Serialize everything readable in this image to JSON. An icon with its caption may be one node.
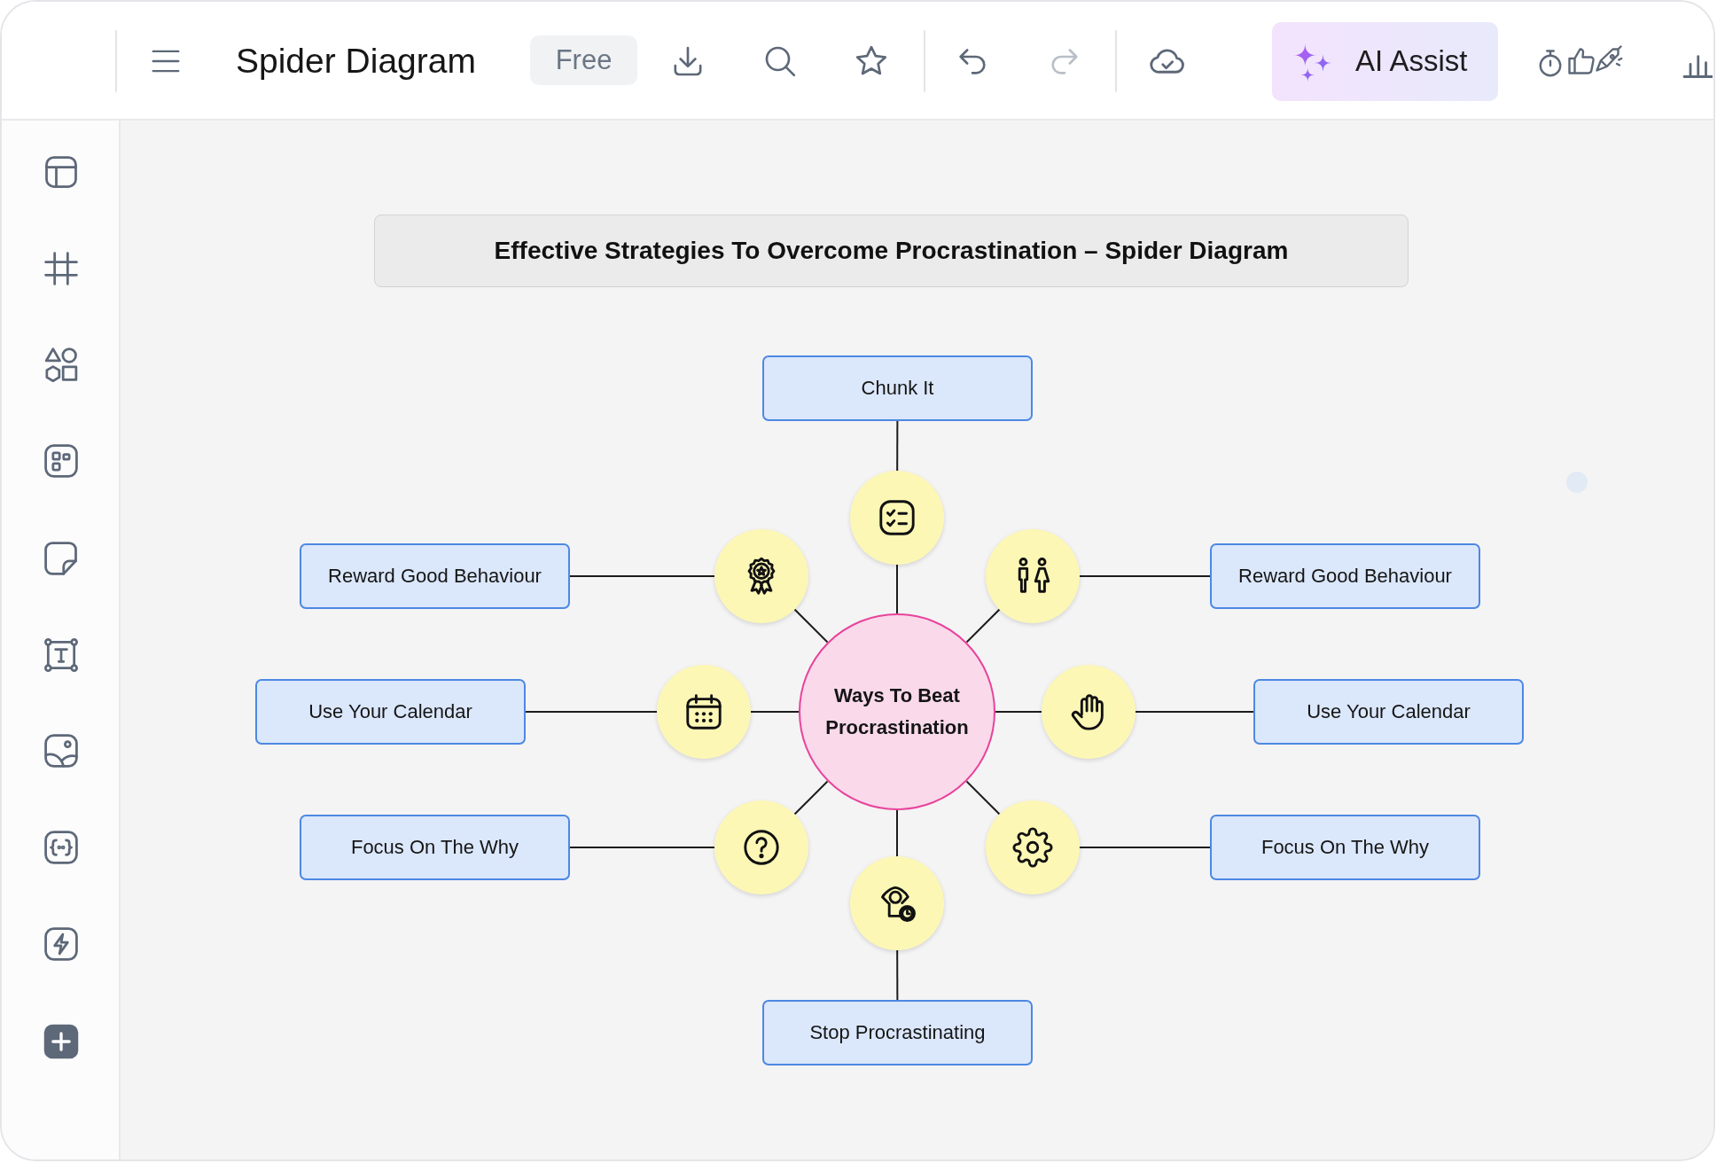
{
  "diagram": {
    "title": "Effective Strategies To Overcome Procrastination – Spider Diagram",
    "nodes": [
      {
        "text": [
          "Chunk It"
        ]
      },
      {
        "text": [],
        "shape": "circle"
      },
      {
        "text": [
          "Reward Good Behaviour"
        ]
      },
      {
        "text": [],
        "shape": "circle"
      },
      {
        "text": [],
        "shape": "circle"
      },
      {
        "text": [
          "Reward Good Behaviour"
        ]
      },
      {
        "text": [
          "Use Your Calendar"
        ]
      },
      {
        "text": [],
        "shape": "circle"
      },
      {
        "text": [
          "Ways To Beat Procrastination"
        ]
      },
      {
        "text": [],
        "shape": "circle"
      },
      {
        "text": [
          "Use Your Calendar"
        ]
      },
      {
        "text": [
          "Focus On The Why"
        ]
      },
      {
        "text": [],
        "shape": "circle"
      },
      {
        "text": [],
        "shape": "circle"
      },
      {
        "text": [
          "Focus On The Why"
        ]
      },
      {
        "text": [],
        "shape": "circle"
      },
      {
        "text": [
          "Stop Procrastinating"
        ]
      }
    ],
    "edges": [
      {
        "from": 8,
        "to": 1,
        "arrow": "none"
      },
      {
        "from": 1,
        "to": 0,
        "arrow": "none"
      },
      {
        "from": 8,
        "to": 3,
        "arrow": "none"
      },
      {
        "from": 3,
        "to": 2,
        "arrow": "none"
      },
      {
        "from": 8,
        "to": 4,
        "arrow": "none"
      },
      {
        "from": 4,
        "to": 5,
        "arrow": "none"
      },
      {
        "from": 8,
        "to": 7,
        "arrow": "none"
      },
      {
        "from": 7,
        "to": 6,
        "arrow": "none"
      },
      {
        "from": 8,
        "to": 9,
        "arrow": "none"
      },
      {
        "from": 9,
        "to": 10,
        "arrow": "none"
      },
      {
        "from": 8,
        "to": 12,
        "arrow": "none"
      },
      {
        "from": 12,
        "to": 11,
        "arrow": "none"
      },
      {
        "from": 8,
        "to": 13,
        "arrow": "none"
      },
      {
        "from": 13,
        "to": 14,
        "arrow": "none"
      },
      {
        "from": 8,
        "to": 15,
        "arrow": "none"
      },
      {
        "from": 15,
        "to": 16,
        "arrow": "none"
      }
    ],
    "labels": [
      "Spider Diagram",
      "Free",
      "AI Assist"
    ]
  }
}
